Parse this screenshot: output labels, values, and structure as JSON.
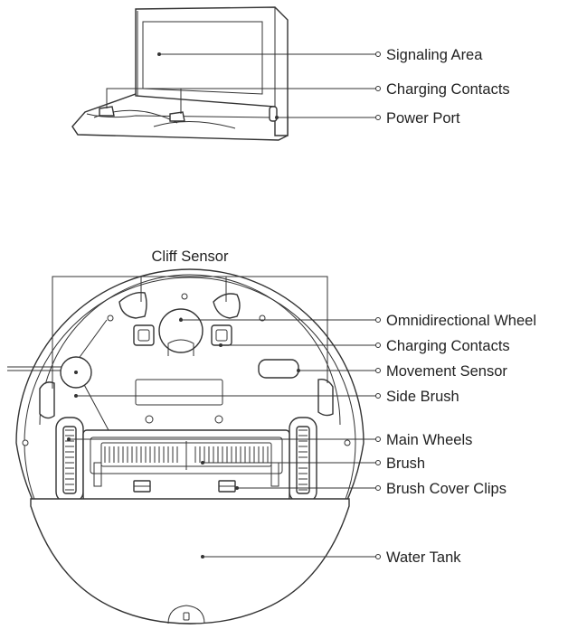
{
  "dock": {
    "labels": {
      "signaling_area": "Signaling Area",
      "charging_contacts": "Charging Contacts",
      "power_port": "Power Port"
    }
  },
  "robot": {
    "labels": {
      "cliff_sensor": "Cliff Sensor",
      "omnidirectional_wheel": "Omnidirectional Wheel",
      "charging_contacts": "Charging Contacts",
      "movement_sensor": "Movement Sensor",
      "side_brush": "Side Brush",
      "main_wheels": "Main Wheels",
      "brush": "Brush",
      "brush_cover_clips": "Brush Cover Clips",
      "water_tank": "Water Tank"
    }
  },
  "colors": {
    "line": "#333333",
    "text": "#222222",
    "background": "#ffffff"
  }
}
